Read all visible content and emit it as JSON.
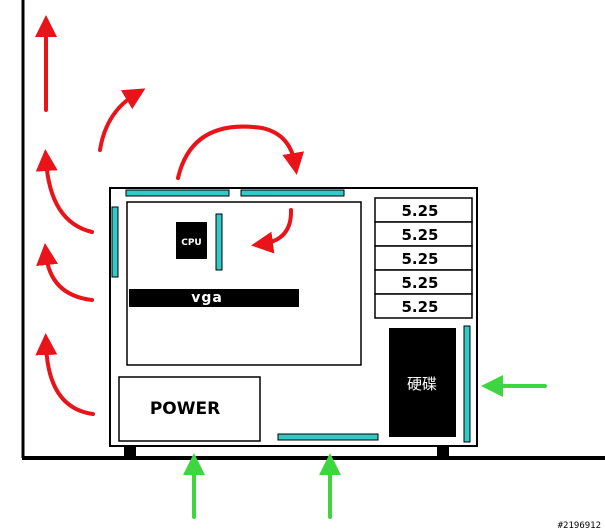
{
  "diagram": {
    "bays": [
      "5.25",
      "5.25",
      "5.25",
      "5.25",
      "5.25"
    ],
    "cpu_label": "CPU",
    "vga_label": "vga",
    "power_label": "POWER",
    "hdd_label": "硬碟",
    "watermark": "#2196912"
  },
  "colors": {
    "hot_air_arrows": "#e8141a",
    "cool_air_arrows": "#3ed63e",
    "fans": "#35c8c8",
    "outline": "#000000",
    "dark_components": "#000000"
  },
  "icons": {
    "hot_air": "arrow-up-curved",
    "cool_air": "arrow-straight",
    "fan": "fan-vent-bar"
  }
}
